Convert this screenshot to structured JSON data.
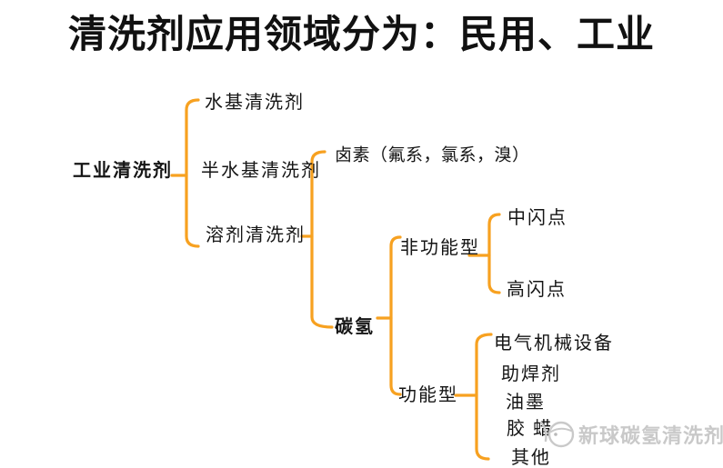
{
  "title": "清洗剂应用领域分为：民用、工业",
  "colors": {
    "background": "#FFFFFF",
    "connector": "#F7A120",
    "text": "#151515",
    "watermark": "#C9C9C9"
  },
  "hierarchy": {
    "label": "工业清洗剂",
    "children": [
      {
        "label": "水基清洗剂"
      },
      {
        "label": "半水基清洗剂"
      },
      {
        "label": "溶剂清洗剂",
        "children": [
          {
            "label": "卤素（氟系，氯系，溴）"
          },
          {
            "label": "碳氢",
            "children": [
              {
                "label": "非功能型",
                "children": [
                  {
                    "label": "中闪点"
                  },
                  {
                    "label": "高闪点"
                  }
                ]
              },
              {
                "label": "功能型",
                "children": [
                  {
                    "label": "电气机械设备"
                  },
                  {
                    "label": "助焊剂"
                  },
                  {
                    "label": "油墨"
                  },
                  {
                    "label": "胶 蜡"
                  },
                  {
                    "label": "其他"
                  }
                ]
              }
            ]
          }
        ]
      }
    ]
  },
  "watermark": {
    "logo_icon": "sphere-swirl-logo",
    "text": "新球碳氢清洗剂"
  }
}
